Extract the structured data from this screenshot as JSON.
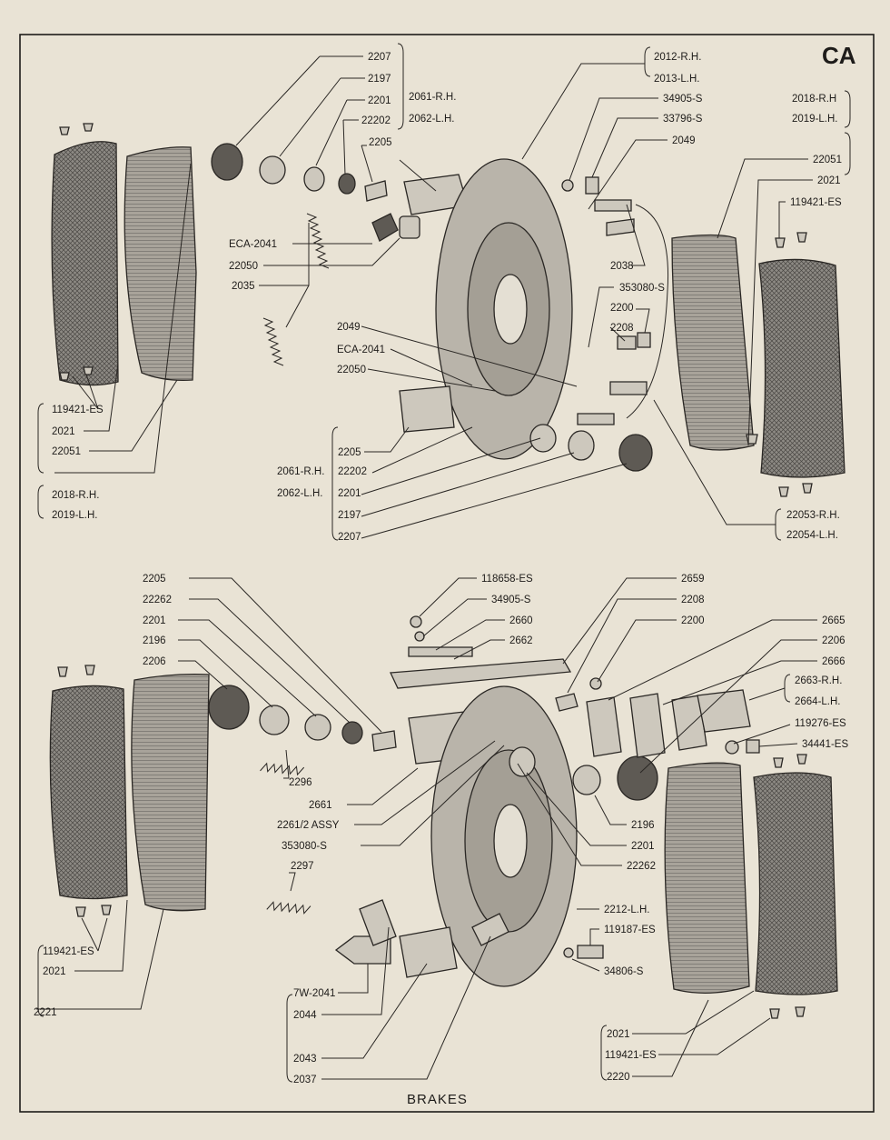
{
  "page_code": "CA",
  "caption": "BRAKES",
  "front_assembly": {
    "labels": {
      "l_2207": "2207",
      "l_2197": "2197",
      "l_2201": "2201",
      "l_22202": "22202",
      "l_2205": "2205",
      "l_2061": "2061-R.H.",
      "l_2062": "2062-L.H.",
      "l_2012": "2012-R.H.",
      "l_2013": "2013-L.H.",
      "l_34905": "34905-S",
      "l_33796": "33796-S",
      "l_2049": "2049",
      "l_2018": "2018-R.H",
      "l_2019": "2019-L.H.",
      "l_22051": "22051",
      "l_2021": "2021",
      "l_119421": "119421-ES",
      "l_eca": "ECA-2041",
      "l_22050": "22050",
      "l_2035": "2035",
      "l_2038": "2038",
      "l_353080": "353080-S",
      "l_2200": "2200",
      "l_2208": "2208",
      "l_2049b": "2049",
      "l_ecab": "ECA-2041",
      "l_22050b": "22050",
      "l_119421b": "119421-ES",
      "l_2021b": "2021",
      "l_22051b": "22051",
      "l_2018b": "2018-R.H.",
      "l_2019b": "2019-L.H.",
      "l_2205b": "2205",
      "l_2061b": "2061-R.H.",
      "l_22202b": "22202",
      "l_2062b": "2062-L.H.",
      "l_2201b": "2201",
      "l_2197b": "2197",
      "l_2207b": "2207",
      "l_22053": "22053-R.H.",
      "l_22054": "22054-L.H."
    }
  },
  "rear_assembly": {
    "labels": {
      "r_2205": "2205",
      "r_22262": "22262",
      "r_2201": "2201",
      "r_2196": "2196",
      "r_2206": "2206",
      "r_118658": "118658-ES",
      "r_34905": "34905-S",
      "r_2660": "2660",
      "r_2662": "2662",
      "r_2659": "2659",
      "r_2208": "2208",
      "r_2200": "2200",
      "r_2665": "2665",
      "r_2206b": "2206",
      "r_2666": "2666",
      "r_2663": "2663-R.H.",
      "r_2664": "2664-L.H.",
      "r_119276": "119276-ES",
      "r_34441": "34441-ES",
      "r_2296": "2296",
      "r_2661": "2661",
      "r_2261": "2261/2 ASSY",
      "r_353080": "353080-S",
      "r_2196b": "2196",
      "r_2201b": "2201",
      "r_22262b": "22262",
      "r_2297": "2297",
      "r_2212": "2212-L.H.",
      "r_119187": "119187-ES",
      "r_34806": "34806-S",
      "r_119421": "119421-ES",
      "r_2021": "2021",
      "r_2221": "2221",
      "r_7w": "7W-2041",
      "r_2044": "2044",
      "r_2043": "2043",
      "r_2037": "2037",
      "r_2021b": "2021",
      "r_119421b": "119421-ES",
      "r_2220": "2220"
    }
  },
  "colors": {
    "paper": "#e9e3d5",
    "ink": "#1e1c1a",
    "lining": "#8d8a84"
  }
}
